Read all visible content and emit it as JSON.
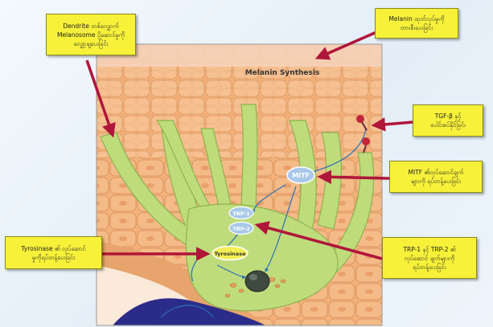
{
  "diagram": {
    "title": "Melanin Synthesis",
    "nodes": {
      "mitf": "MITF",
      "trp1": "TRP-1",
      "trp2": "TRP-2",
      "tyrosinase": "Tyrosinase"
    }
  },
  "callouts": {
    "dendrite": [
      "Dendrite တစ်လျှောက်",
      "Melanosome ပို့ဆောင်မှုကို",
      "လျှော့ချပေးခြင်း"
    ],
    "melanin": [
      "Melanin ထုတ်လုပ်မှုကို",
      "တားစီးပေးခြင်း"
    ],
    "tgf": [
      "TGF-β နှင့်",
      "ပေါင်းစပ်နိုင်ခြင်း"
    ],
    "mitf": [
      "MITF ၏လုပ်ဆောင်ချက်",
      "များကို ရပ်တန့်ပေးခြင်း"
    ],
    "tyrosinase": [
      "Tyrosinase ၏ လုပ်ဆောင်",
      "မှုကိုရပ်တန့်ပေးခြင်း"
    ],
    "trp": [
      "TRP-1 နှင့် TRP-2 ၏",
      "လုပ်ဆောင် ချက်များကို",
      "ရပ်တန့်ပေးခြင်း"
    ]
  },
  "colors": {
    "callout_bg": "#f7f13a",
    "arrow": "#b0153a",
    "skin_cell": "#f2b27a",
    "melanocyte": "#bfdc7c",
    "basement": "#2b2b8a",
    "receptor": "#c2243c",
    "enzyme_node": "#a9c8ea",
    "tyrosinase_node": "#f3ee52"
  },
  "icons": [
    "receptor-icon",
    "nucleus-icon"
  ]
}
